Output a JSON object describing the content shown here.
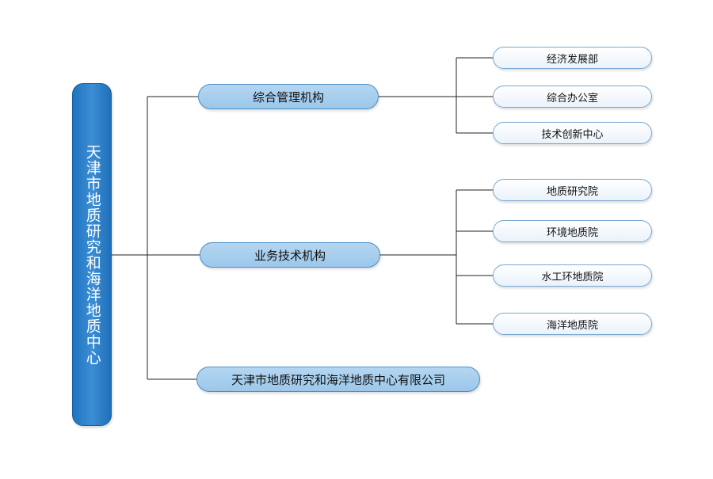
{
  "root": {
    "label": "天津市地质研究和海洋地质中心"
  },
  "branches": [
    {
      "label": "综合管理机构",
      "children": [
        "经济发展部",
        "综合办公室",
        "技术创新中心"
      ]
    },
    {
      "label": "业务技术机构",
      "children": [
        "地质研究院",
        "环境地质院",
        "水工环地质院",
        "海洋地质院"
      ]
    },
    {
      "label": "天津市地质研究和海洋地质中心有限公司",
      "children": []
    }
  ],
  "colors": {
    "root_fill": "#2a80c9",
    "branch_fill": "#a9cfee",
    "leaf_fill": "#f2f7fc",
    "border": "#5a97cc",
    "connector": "#222222"
  }
}
